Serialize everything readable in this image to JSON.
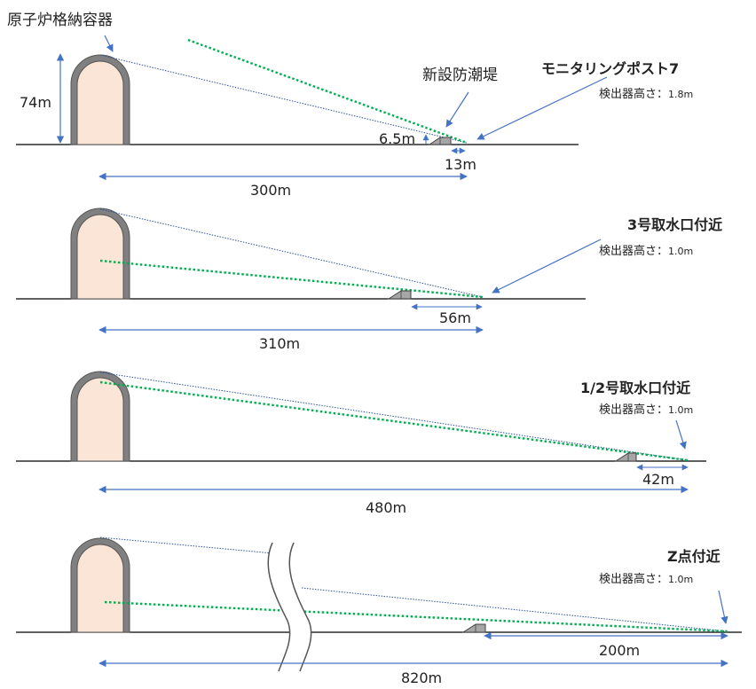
{
  "labels": {
    "containment_vessel": "原子炉格納容器",
    "new_seawall": "新設防潮堤",
    "height_74": "74m",
    "seawall_height": "6.5m"
  },
  "panels": [
    {
      "title": "モニタリングポスト7",
      "detector_label": "検出器高さ：",
      "detector_value": "1.8m",
      "dist_total": "300m",
      "dist_seawall": "13m"
    },
    {
      "title": "3号取水口付近",
      "detector_label": "検出器高さ：",
      "detector_value": "1.0m",
      "dist_total": "310m",
      "dist_seawall": "56m"
    },
    {
      "title": "1/2号取水口付近",
      "detector_label": "検出器高さ：",
      "detector_value": "1.0m",
      "dist_total": "480m",
      "dist_seawall": "42m"
    },
    {
      "title": "Z点付近",
      "detector_label": "検出器高さ：",
      "detector_value": "1.0m",
      "dist_total": "820m",
      "dist_seawall": "200m"
    }
  ],
  "colors": {
    "vessel_fill": "#fbe5d6",
    "vessel_frame": "#8c8c8c",
    "arrow": "#4472c4",
    "line_of_sight": "#00b050",
    "ground": "#000000"
  }
}
